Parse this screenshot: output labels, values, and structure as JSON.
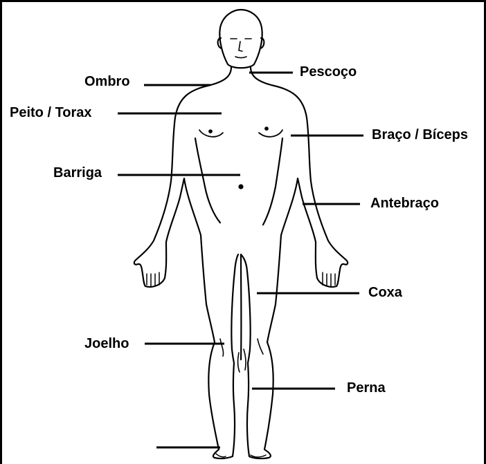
{
  "diagram": {
    "labels": {
      "ombro": "Ombro",
      "pescoco": "Pescoço",
      "peito_torax": "Peito / Torax",
      "braco_biceps": "Braço / Bíceps",
      "barriga": "Barriga",
      "antebraco": "Antebraço",
      "coxa": "Coxa",
      "joelho": "Joelho",
      "perna": "Perna"
    }
  }
}
